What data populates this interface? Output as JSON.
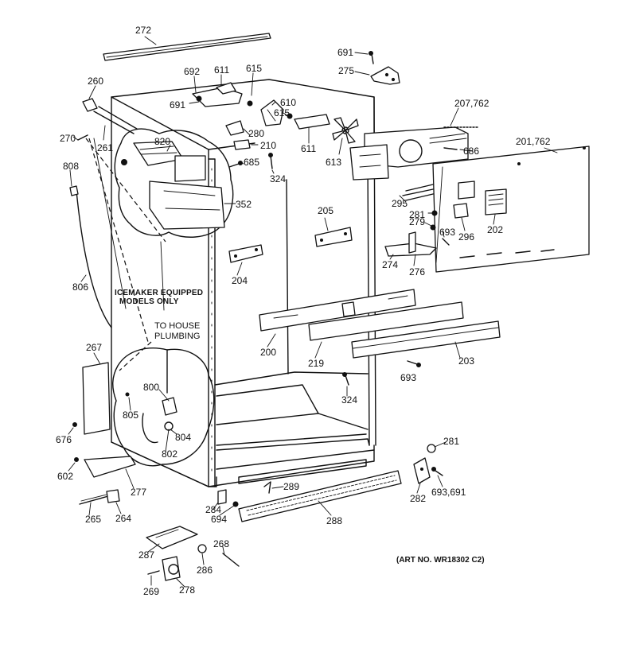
{
  "labels": [
    {
      "id": "272",
      "text": "272"
    },
    {
      "id": "691a",
      "text": "691"
    },
    {
      "id": "275",
      "text": "275"
    },
    {
      "id": "260",
      "text": "260"
    },
    {
      "id": "692",
      "text": "692"
    },
    {
      "id": "611a",
      "text": "611"
    },
    {
      "id": "615a",
      "text": "615"
    },
    {
      "id": "691b",
      "text": "691"
    },
    {
      "id": "610",
      "text": "610"
    },
    {
      "id": "615b",
      "text": "615"
    },
    {
      "id": "207762",
      "text": "207,762"
    },
    {
      "id": "270",
      "text": "270"
    },
    {
      "id": "261",
      "text": "261"
    },
    {
      "id": "820",
      "text": "820"
    },
    {
      "id": "280",
      "text": "280"
    },
    {
      "id": "210",
      "text": "210"
    },
    {
      "id": "611b",
      "text": "611"
    },
    {
      "id": "613",
      "text": "613"
    },
    {
      "id": "686",
      "text": "686"
    },
    {
      "id": "201762",
      "text": "201,762"
    },
    {
      "id": "808",
      "text": "808"
    },
    {
      "id": "685",
      "text": "685"
    },
    {
      "id": "324a",
      "text": "324"
    },
    {
      "id": "352",
      "text": "352"
    },
    {
      "id": "295",
      "text": "295"
    },
    {
      "id": "205",
      "text": "205"
    },
    {
      "id": "281a",
      "text": "281"
    },
    {
      "id": "279",
      "text": "279"
    },
    {
      "id": "693a",
      "text": "693"
    },
    {
      "id": "296",
      "text": "296"
    },
    {
      "id": "202",
      "text": "202"
    },
    {
      "id": "274",
      "text": "274"
    },
    {
      "id": "276",
      "text": "276"
    },
    {
      "id": "204",
      "text": "204"
    },
    {
      "id": "806",
      "text": "806"
    },
    {
      "id": "200",
      "text": "200"
    },
    {
      "id": "219",
      "text": "219"
    },
    {
      "id": "203",
      "text": "203"
    },
    {
      "id": "267",
      "text": "267"
    },
    {
      "id": "693b",
      "text": "693"
    },
    {
      "id": "800",
      "text": "800"
    },
    {
      "id": "324b",
      "text": "324"
    },
    {
      "id": "805",
      "text": "805"
    },
    {
      "id": "804",
      "text": "804"
    },
    {
      "id": "676",
      "text": "676"
    },
    {
      "id": "802",
      "text": "802"
    },
    {
      "id": "281b",
      "text": "281"
    },
    {
      "id": "602",
      "text": "602"
    },
    {
      "id": "277",
      "text": "277"
    },
    {
      "id": "289",
      "text": "289"
    },
    {
      "id": "693691",
      "text": "693,691"
    },
    {
      "id": "282",
      "text": "282"
    },
    {
      "id": "284",
      "text": "284"
    },
    {
      "id": "265",
      "text": "265"
    },
    {
      "id": "264",
      "text": "264"
    },
    {
      "id": "694",
      "text": "694"
    },
    {
      "id": "288",
      "text": "288"
    },
    {
      "id": "268",
      "text": "268"
    },
    {
      "id": "287",
      "text": "287"
    },
    {
      "id": "286",
      "text": "286"
    },
    {
      "id": "269",
      "text": "269"
    },
    {
      "id": "278",
      "text": "278"
    }
  ],
  "notes": {
    "icemaker_line1": "ICEMAKER EQUIPPED",
    "icemaker_line2": "MODELS ONLY",
    "plumbing_line1": "TO HOUSE",
    "plumbing_line2": "PLUMBING",
    "art_number": "(ART NO. WR18302 C2)"
  }
}
